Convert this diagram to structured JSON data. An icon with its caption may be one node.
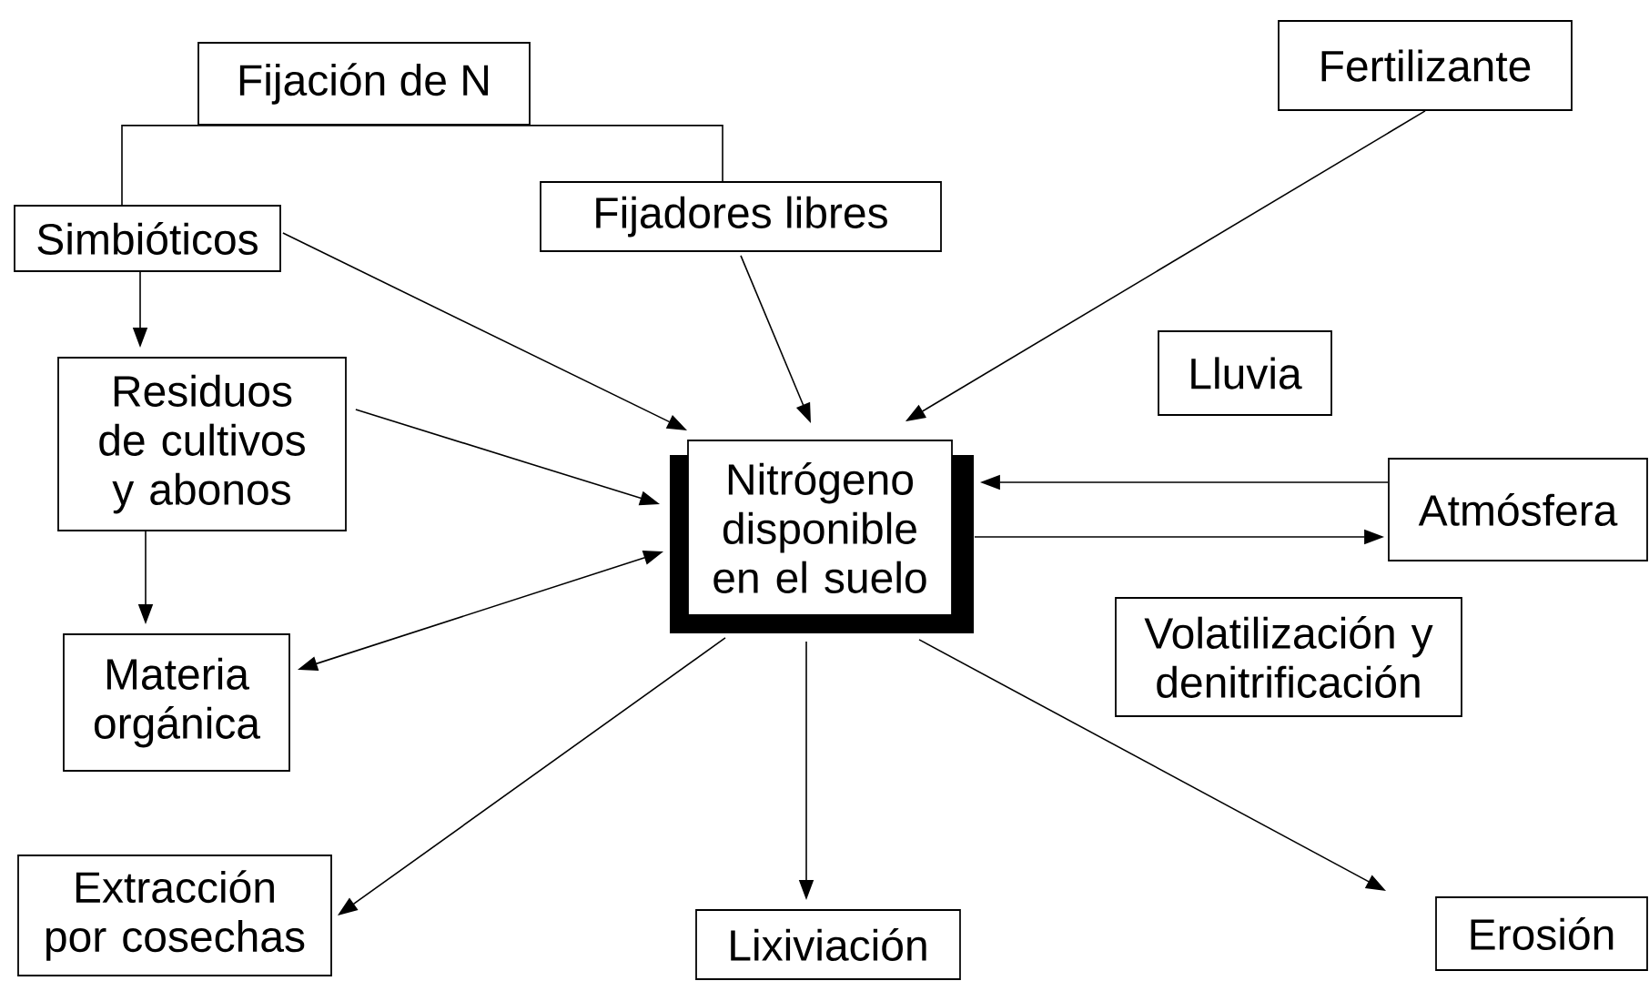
{
  "diagram": {
    "nodes": [
      {
        "text": [
          "Fijación de N"
        ]
      },
      {
        "text": [
          "Simbióticos"
        ]
      },
      {
        "text": [
          "Fijadores libres"
        ]
      },
      {
        "text": [
          "Fertilizante"
        ]
      },
      {
        "text": [
          "Residuos de cultivos y abonos"
        ]
      },
      {
        "text": [
          "Nitrógeno disponible en el suelo"
        ]
      },
      {
        "text": [
          "Lluvia"
        ]
      },
      {
        "text": [
          "Atmósfera"
        ]
      },
      {
        "text": [
          "Materia orgánica"
        ]
      },
      {
        "text": [
          "Volatilización y denitrificación"
        ]
      },
      {
        "text": [
          "Extracción por cosechas"
        ]
      },
      {
        "text": [
          "Lixiviación"
        ]
      },
      {
        "text": [
          "Erosión"
        ]
      }
    ],
    "edges": [
      {
        "from": 0,
        "to": 1,
        "arrow": "none"
      },
      {
        "from": 0,
        "to": 2,
        "arrow": "none"
      },
      {
        "from": 1,
        "to": 5,
        "arrow": "to"
      },
      {
        "from": 1,
        "to": 4,
        "arrow": "to"
      },
      {
        "from": 2,
        "to": 5,
        "arrow": "to"
      },
      {
        "from": 3,
        "to": 5,
        "arrow": "to"
      },
      {
        "from": 4,
        "to": 5,
        "arrow": "to"
      },
      {
        "from": 8,
        "to": 5,
        "arrow": "both"
      },
      {
        "from": 4,
        "to": 8,
        "arrow": "to"
      },
      {
        "from": 7,
        "to": 5,
        "arrow": "to"
      },
      {
        "from": 5,
        "to": 7,
        "arrow": "to"
      },
      {
        "from": 5,
        "to": 10,
        "arrow": "to"
      },
      {
        "from": 5,
        "to": 11,
        "arrow": "to"
      },
      {
        "from": 5,
        "to": 12,
        "arrow": "to"
      }
    ]
  }
}
